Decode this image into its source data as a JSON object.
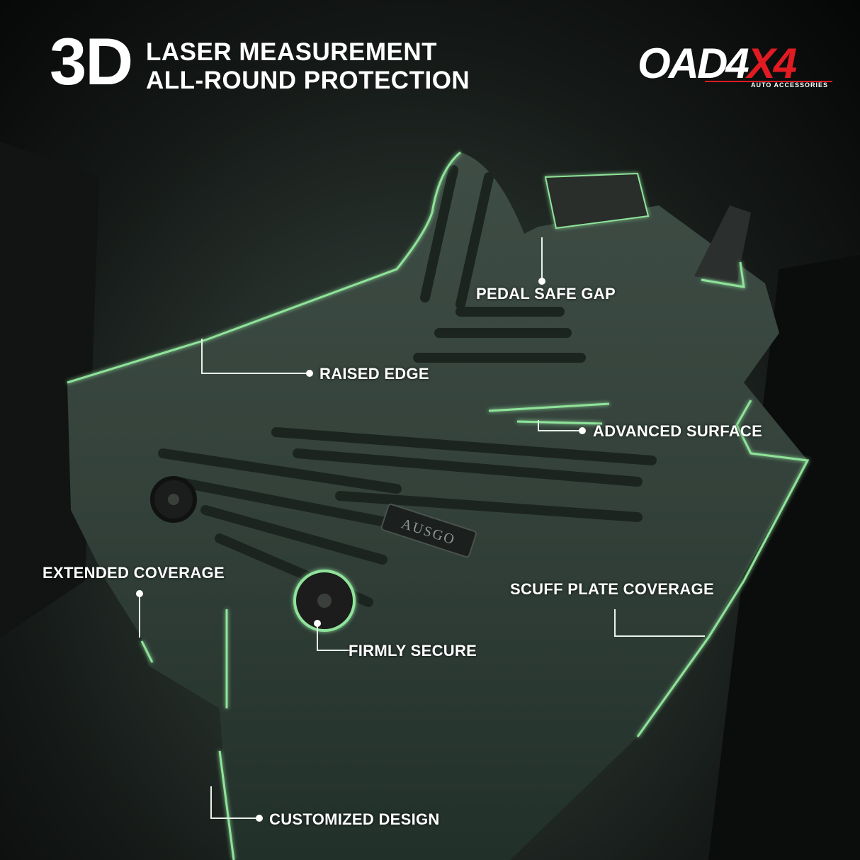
{
  "headline": {
    "big": "3D",
    "line1": "LASER MEASUREMENT",
    "line2": "ALL-ROUND PROTECTION"
  },
  "brand": {
    "wordmark_main": "OAD4",
    "wordmark_accent": "X4",
    "tagline": "AUTO ACCESSORIES",
    "accent_color": "#e01b22"
  },
  "mat_logo": "AUSGO",
  "callouts": [
    {
      "id": "pedal-safe-gap",
      "label": "PEDAL SAFE GAP"
    },
    {
      "id": "raised-edge",
      "label": "RAISED EDGE"
    },
    {
      "id": "advanced-surface",
      "label": "ADVANCED SURFACE"
    },
    {
      "id": "extended-coverage",
      "label": "EXTENDED COVERAGE"
    },
    {
      "id": "scuff-plate-coverage",
      "label": "SCUFF PLATE COVERAGE"
    },
    {
      "id": "firmly-secure",
      "label": "FIRMLY SECURE"
    },
    {
      "id": "customized-design",
      "label": "CUSTOMIZED DESIGN"
    }
  ],
  "colors": {
    "outline_glow": "#8fe39a",
    "label_text": "#ffffff"
  }
}
